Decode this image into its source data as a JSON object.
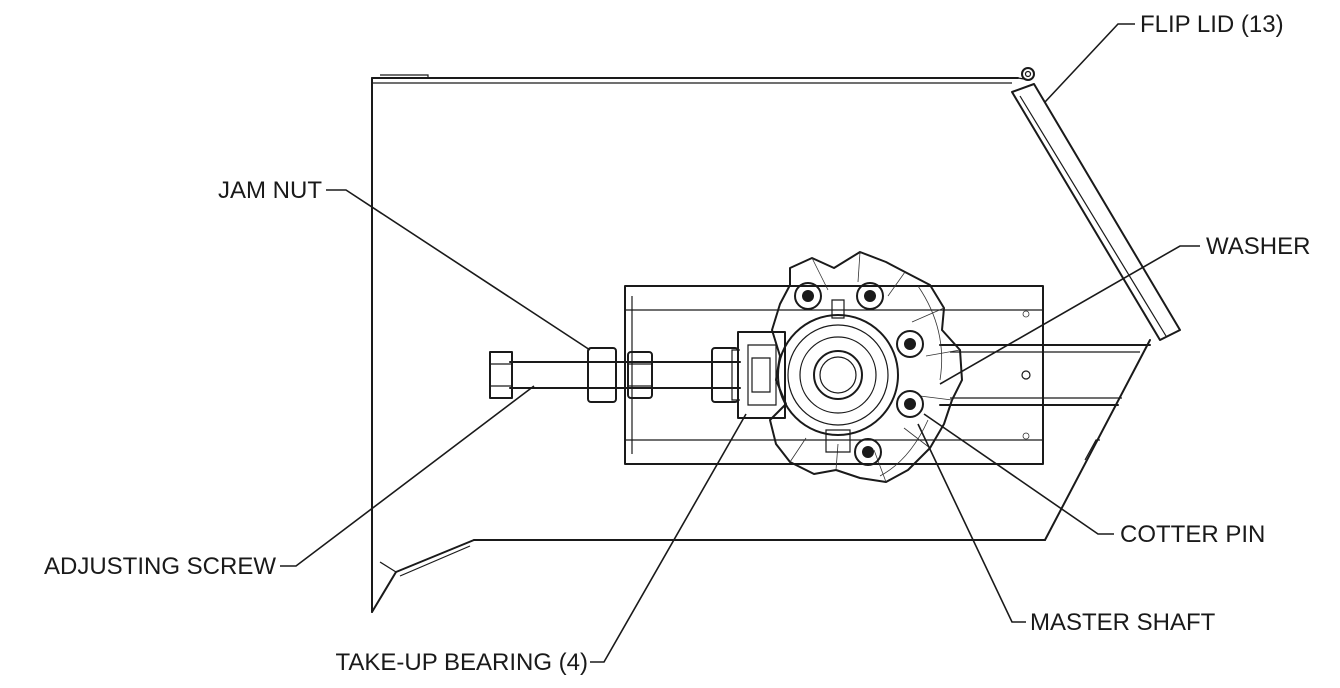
{
  "labels": {
    "flip_lid": "FLIP LID (13)",
    "jam_nut": "JAM NUT",
    "washer": "WASHER",
    "adjusting_screw": "ADJUSTING SCREW",
    "cotter_pin": "COTTER PIN",
    "master_shaft": "MASTER SHAFT",
    "take_up_bearing": "TAKE-UP BEARING (4)"
  },
  "colors": {
    "line": "#1a1a1a",
    "background": "#ffffff"
  }
}
